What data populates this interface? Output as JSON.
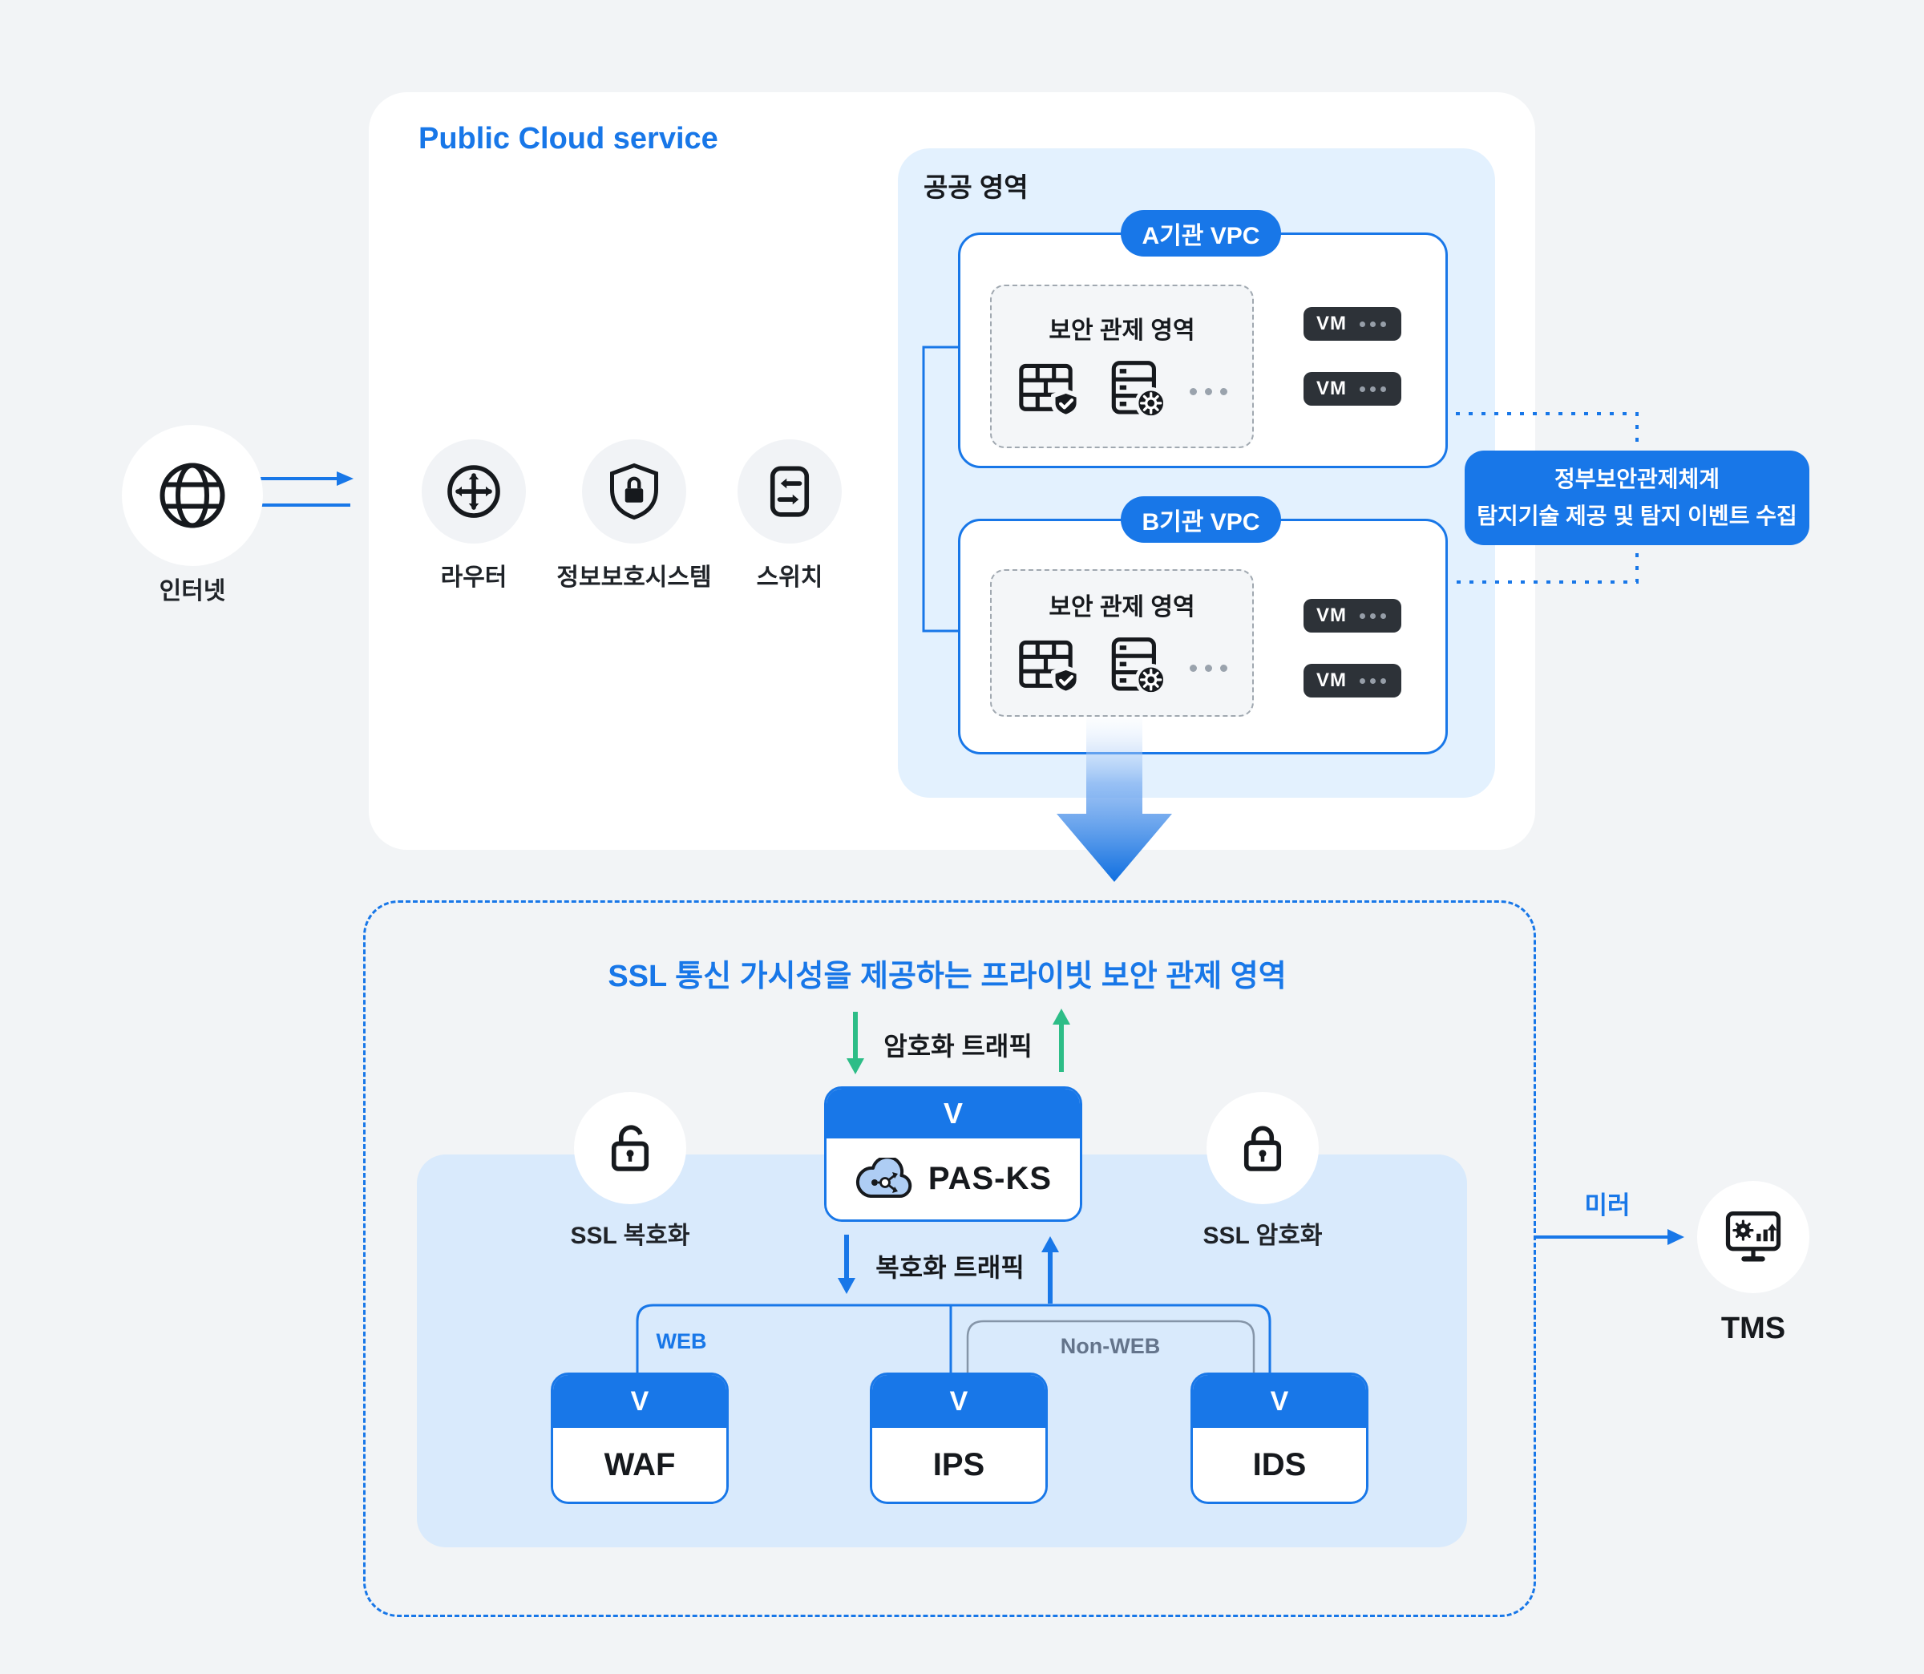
{
  "colors": {
    "accent_blue": "#1877e8",
    "light_blue_panel": "#e3f1fe",
    "inner_blue_panel": "#d9eafc",
    "green_arrow": "#2dbd87",
    "vm_chip_dark": "#2d3238",
    "page_background": "#f2f4f6",
    "non_web_gray": "#64748b"
  },
  "public_cloud": {
    "title": "Public Cloud service",
    "internet": {
      "label": "인터넷",
      "icon": "globe-icon"
    },
    "devices": [
      {
        "label": "라우터",
        "icon": "router-icon"
      },
      {
        "label": "정보보호시스템",
        "icon": "shield-lock-icon"
      },
      {
        "label": "스위치",
        "icon": "switch-icon"
      }
    ],
    "public_zone": {
      "label": "공공 영역",
      "vpc_a": {
        "pill": "A기관 VPC",
        "security_area_label": "보안 관제 영역",
        "icons": [
          "firewall-icon",
          "server-gear-icon",
          "ellipsis-dots-icon"
        ],
        "vms": [
          "VM",
          "VM"
        ]
      },
      "vpc_b": {
        "pill": "B기관 VPC",
        "security_area_label": "보안 관제 영역",
        "icons": [
          "firewall-icon",
          "server-gear-icon",
          "ellipsis-dots-icon"
        ],
        "vms": [
          "VM",
          "VM"
        ]
      }
    }
  },
  "gov_callout": {
    "line1": "정부보안관제체계",
    "line2": "탐지기술 제공 및 탐지 이벤트 수집"
  },
  "private_zone": {
    "title": "SSL 통신 가시성을 제공하는 프라이빗 보안 관제 영역",
    "encrypted_traffic_label": "암호화 트래픽",
    "decrypted_traffic_label": "복호화 트래픽",
    "ssl_decrypt_label": "SSL 복호화",
    "ssl_encrypt_label": "SSL 암호화",
    "pasks": {
      "header": "V",
      "name": "PAS-KS",
      "icon": "cloud-share-icon"
    },
    "web_label": "WEB",
    "non_web_label": "Non-WEB",
    "appliances": [
      {
        "header": "V",
        "name": "WAF"
      },
      {
        "header": "V",
        "name": "IPS"
      },
      {
        "header": "V",
        "name": "IDS"
      }
    ]
  },
  "mirror": {
    "label": "미러",
    "target": "TMS",
    "icon": "tms-monitor-icon"
  }
}
